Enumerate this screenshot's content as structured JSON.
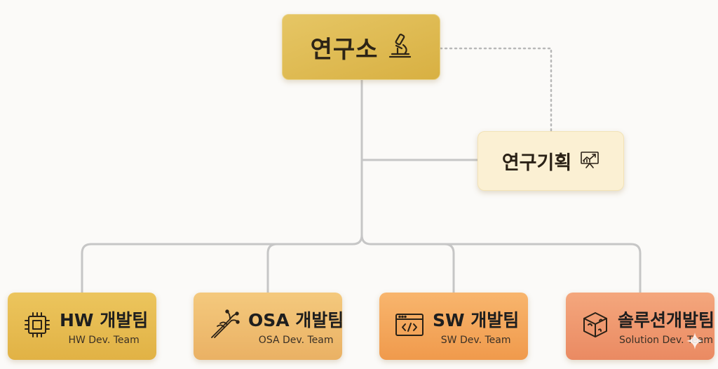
{
  "root": {
    "title": "연구소",
    "icon": "microscope-icon"
  },
  "planning": {
    "title": "연구기획",
    "icon": "presentation-chart-icon"
  },
  "teams": [
    {
      "title": "HW 개발팀",
      "subtitle": "HW Dev. Team",
      "icon": "chip-icon"
    },
    {
      "title": "OSA 개발팀",
      "subtitle": "OSA Dev. Team",
      "icon": "fiber-optic-icon"
    },
    {
      "title": "SW 개발팀",
      "subtitle": "SW Dev. Team",
      "icon": "code-window-icon"
    },
    {
      "title": "솔루션개발팀",
      "subtitle": "Solution Dev. Team",
      "icon": "puzzle-cube-icon"
    }
  ],
  "colors": {
    "root_fill": "#dbb44a",
    "planning_fill": "#fbf0d3",
    "hw_fill": "#e6b94f",
    "osa_fill": "#efbc6f",
    "sw_fill": "#f4a85b",
    "solution_fill": "#ef9870",
    "connector": "#c4c4c4"
  }
}
